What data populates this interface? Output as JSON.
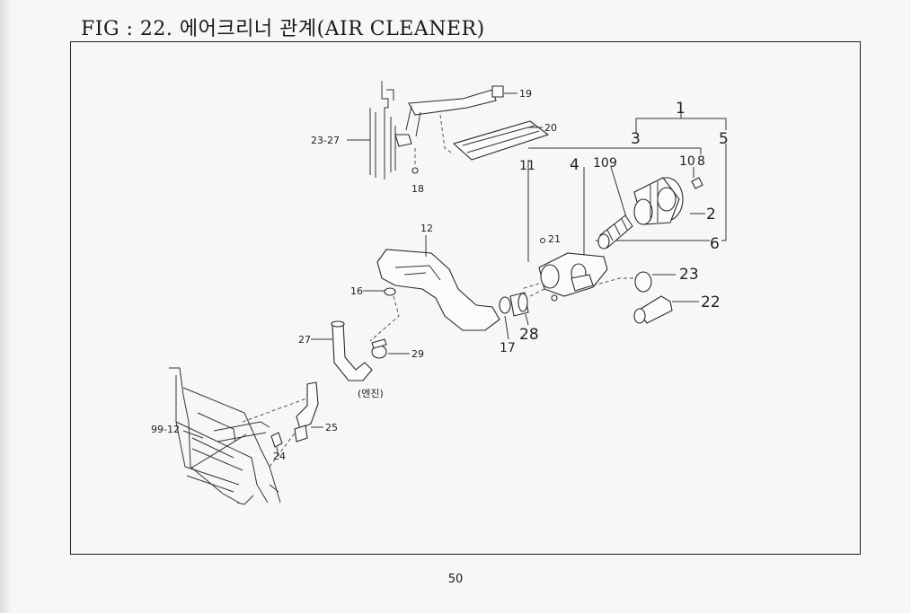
{
  "page": {
    "title": "FIG : 22. 에어크리너 관계(AIR CLEANER)",
    "page_number": "50"
  },
  "diagram": {
    "callouts": {
      "c1": "1",
      "c2": "2",
      "c3": "3",
      "c4": "4",
      "c5": "5",
      "c6": "6",
      "c8": "8",
      "c9": "9",
      "c10a": "10",
      "c10b": "10",
      "c11": "11",
      "c12": "12",
      "c16": "16",
      "c17": "17",
      "c18": "18",
      "c19": "19",
      "c20": "20",
      "c21": "21",
      "c22": "22",
      "c23": "23",
      "c24": "24",
      "c25": "25",
      "c27": "27",
      "c28": "28",
      "c29": "29",
      "c23_27": "23-27",
      "c99_12": "99-12",
      "engine": "(엔진)"
    }
  }
}
